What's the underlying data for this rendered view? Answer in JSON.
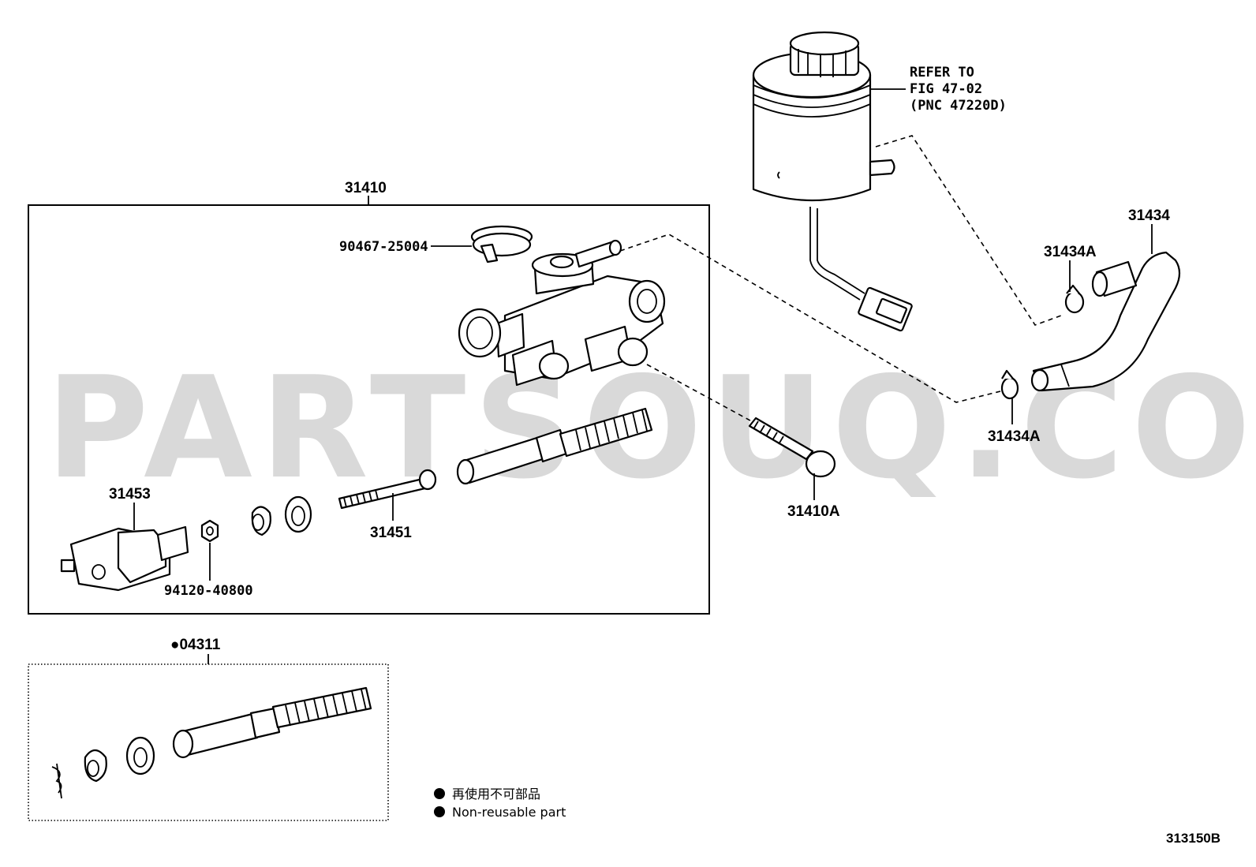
{
  "watermark": "PARTSOUQ.COM",
  "labels": {
    "assembly": "31410",
    "clamp_part": "90467-25004",
    "reservoir_ref_1": "REFER TO",
    "reservoir_ref_2": "FIG 47-02",
    "reservoir_ref_3": "(PNC 47220D)",
    "hose": "31434",
    "clip_upper": "31434A",
    "clip_lower": "31434A",
    "bolt": "31410A",
    "push_rod": "31451",
    "clevis": "31453",
    "nut": "94120-40800",
    "kit": "●04311",
    "diagram_code": "313150B"
  },
  "legend": {
    "japanese": "再使用不可部品",
    "english": "Non-reusable part"
  },
  "colors": {
    "line": "#000000",
    "watermark": "#d9d9d9",
    "background": "#ffffff"
  }
}
